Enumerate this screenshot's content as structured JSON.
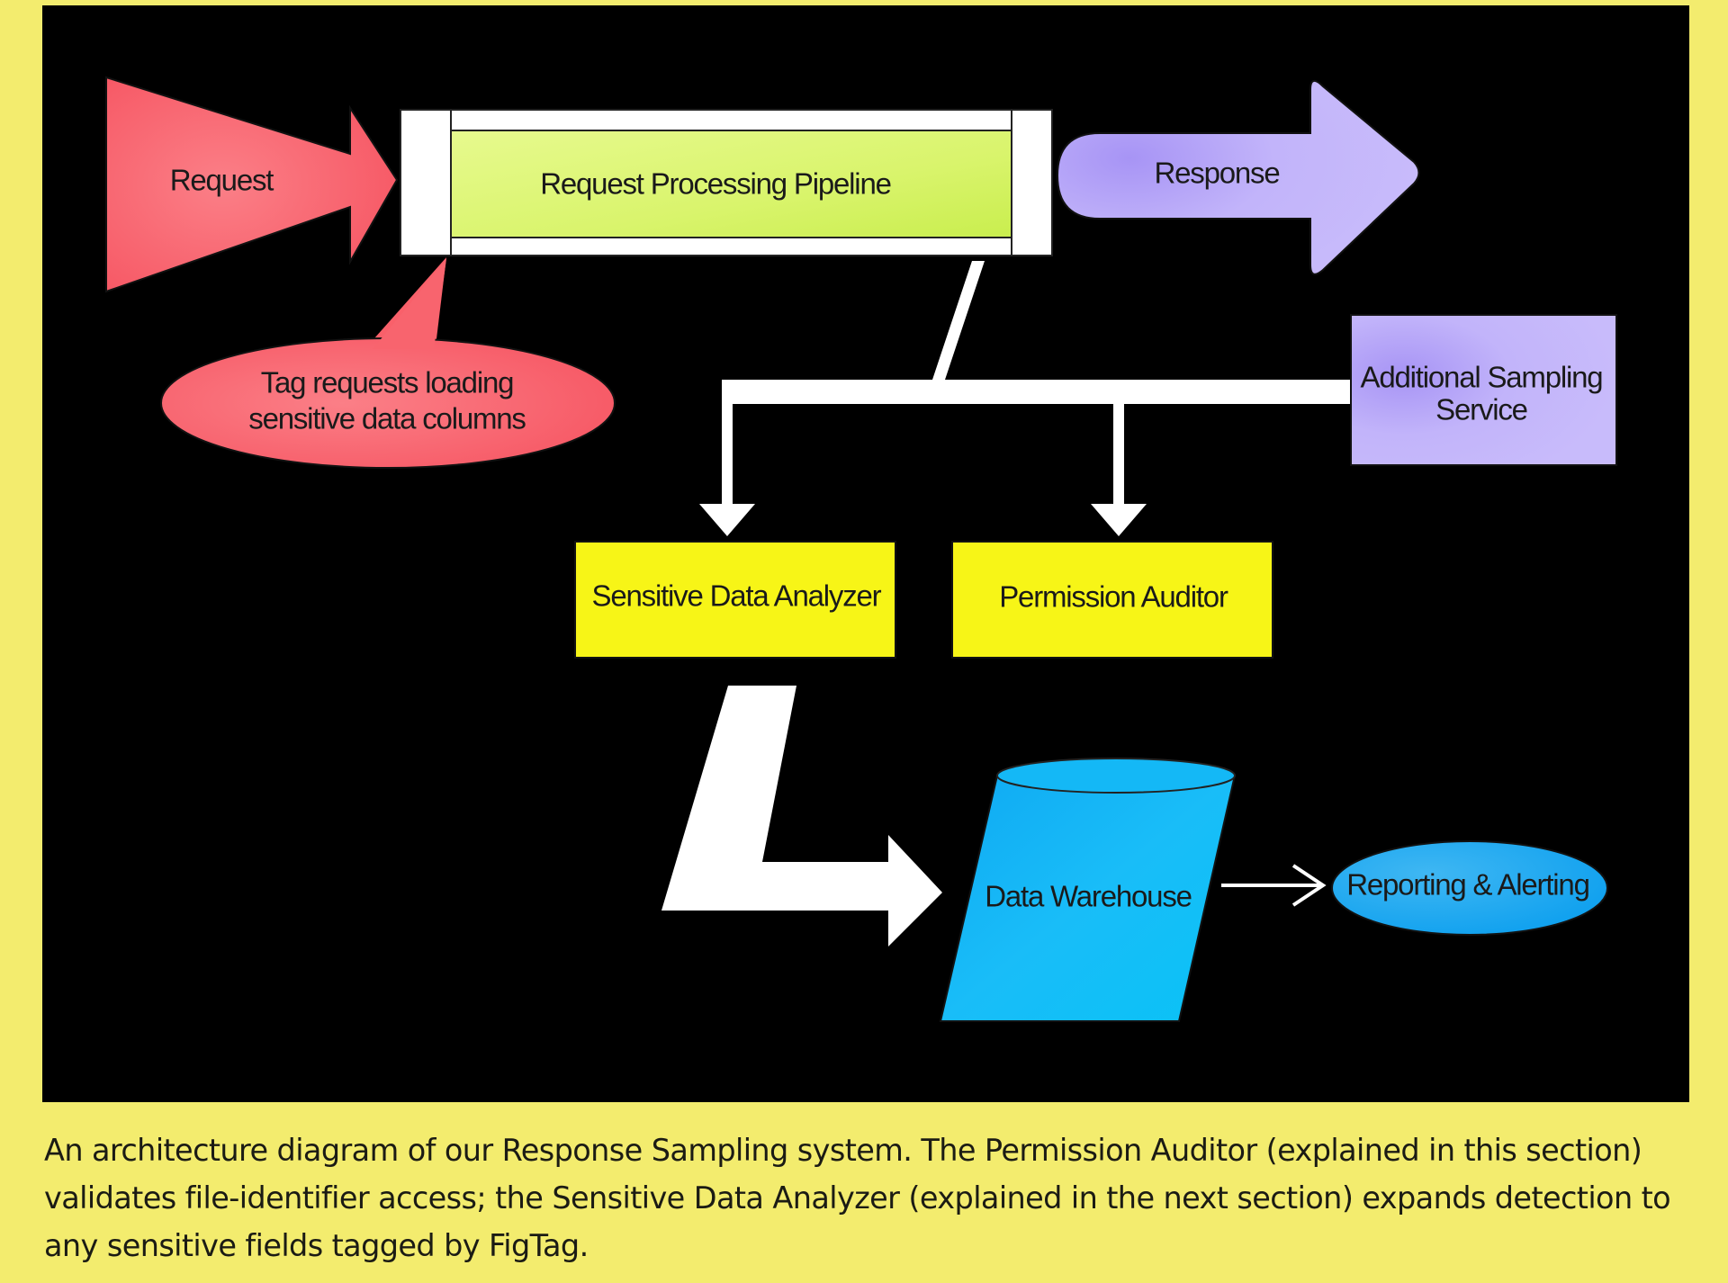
{
  "figure": {
    "background_color": "#F3EC6E",
    "panel_color": "#000000",
    "nodes": {
      "request": {
        "label": "Request",
        "color": "#F9606A"
      },
      "tag_callout": {
        "label_lines": [
          "Tag requests loading",
          "sensitive data columns"
        ],
        "color": "#F9606A"
      },
      "pipeline": {
        "label": "Request Processing Pipeline",
        "color": "#DDF57A",
        "frame_color": "#FFFFFF"
      },
      "response": {
        "label": "Response",
        "color": "#C4B6FA"
      },
      "additional_sampling": {
        "label_lines": [
          "Additional Sampling",
          "Service"
        ],
        "color": "#B9AAF7"
      },
      "sensitive_data_analyzer": {
        "label": "Sensitive Data Analyzer",
        "color": "#F7F517"
      },
      "permission_auditor": {
        "label": "Permission Auditor",
        "color": "#F7F517"
      },
      "data_warehouse": {
        "label": "Data Warehouse",
        "color": "#12B6F5"
      },
      "reporting": {
        "label": "Reporting & Alerting",
        "color": "#12ACF2"
      }
    },
    "connector_color": "#FFFFFF"
  },
  "caption": {
    "text": "An architecture diagram of our Response Sampling system. The Permission Auditor (explained in this section) validates file-identifier access; the Sensitive Data Analyzer (explained in the next section) expands detection to any sensitive fields tagged by FigTag."
  }
}
